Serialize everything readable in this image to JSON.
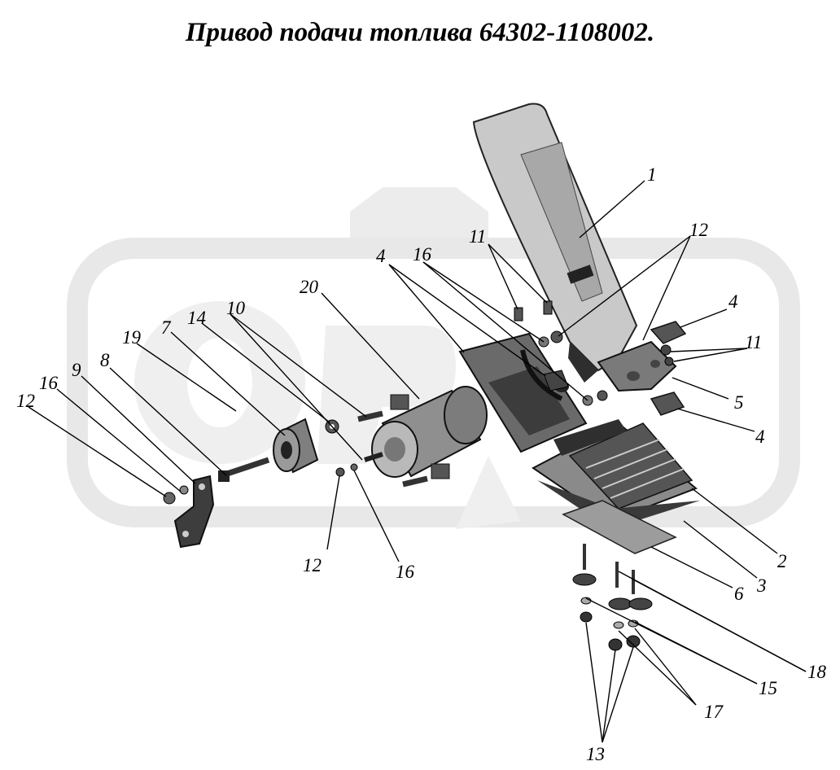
{
  "title": "Привод подачи топлива 64302-1108002.",
  "callouts": [
    {
      "id": "c1a",
      "text": "1"
    },
    {
      "id": "c2",
      "text": "2"
    },
    {
      "id": "c3",
      "text": "3"
    },
    {
      "id": "c4a",
      "text": "4"
    },
    {
      "id": "c4b",
      "text": "4"
    },
    {
      "id": "c4c",
      "text": "4"
    },
    {
      "id": "c5",
      "text": "5"
    },
    {
      "id": "c6",
      "text": "6"
    },
    {
      "id": "c7",
      "text": "7"
    },
    {
      "id": "c8",
      "text": "8"
    },
    {
      "id": "c9",
      "text": "9"
    },
    {
      "id": "c10",
      "text": "10"
    },
    {
      "id": "c11a",
      "text": "11"
    },
    {
      "id": "c11b",
      "text": "11"
    },
    {
      "id": "c12a",
      "text": "12"
    },
    {
      "id": "c12b",
      "text": "12"
    },
    {
      "id": "c12c",
      "text": "12"
    },
    {
      "id": "c13",
      "text": "13"
    },
    {
      "id": "c14",
      "text": "14"
    },
    {
      "id": "c15",
      "text": "15"
    },
    {
      "id": "c16a",
      "text": "16"
    },
    {
      "id": "c16b",
      "text": "16"
    },
    {
      "id": "c16c",
      "text": "16"
    },
    {
      "id": "c17",
      "text": "17"
    },
    {
      "id": "c18",
      "text": "18"
    },
    {
      "id": "c19",
      "text": "19"
    },
    {
      "id": "c20",
      "text": "20"
    }
  ],
  "watermark": {
    "color": "#e6e6e6",
    "text": "ORE"
  },
  "colors": {
    "ink": "#000000",
    "part_fill": "#9a9a9a",
    "part_light": "#c8c8c8",
    "part_dark": "#3a3a3a"
  }
}
